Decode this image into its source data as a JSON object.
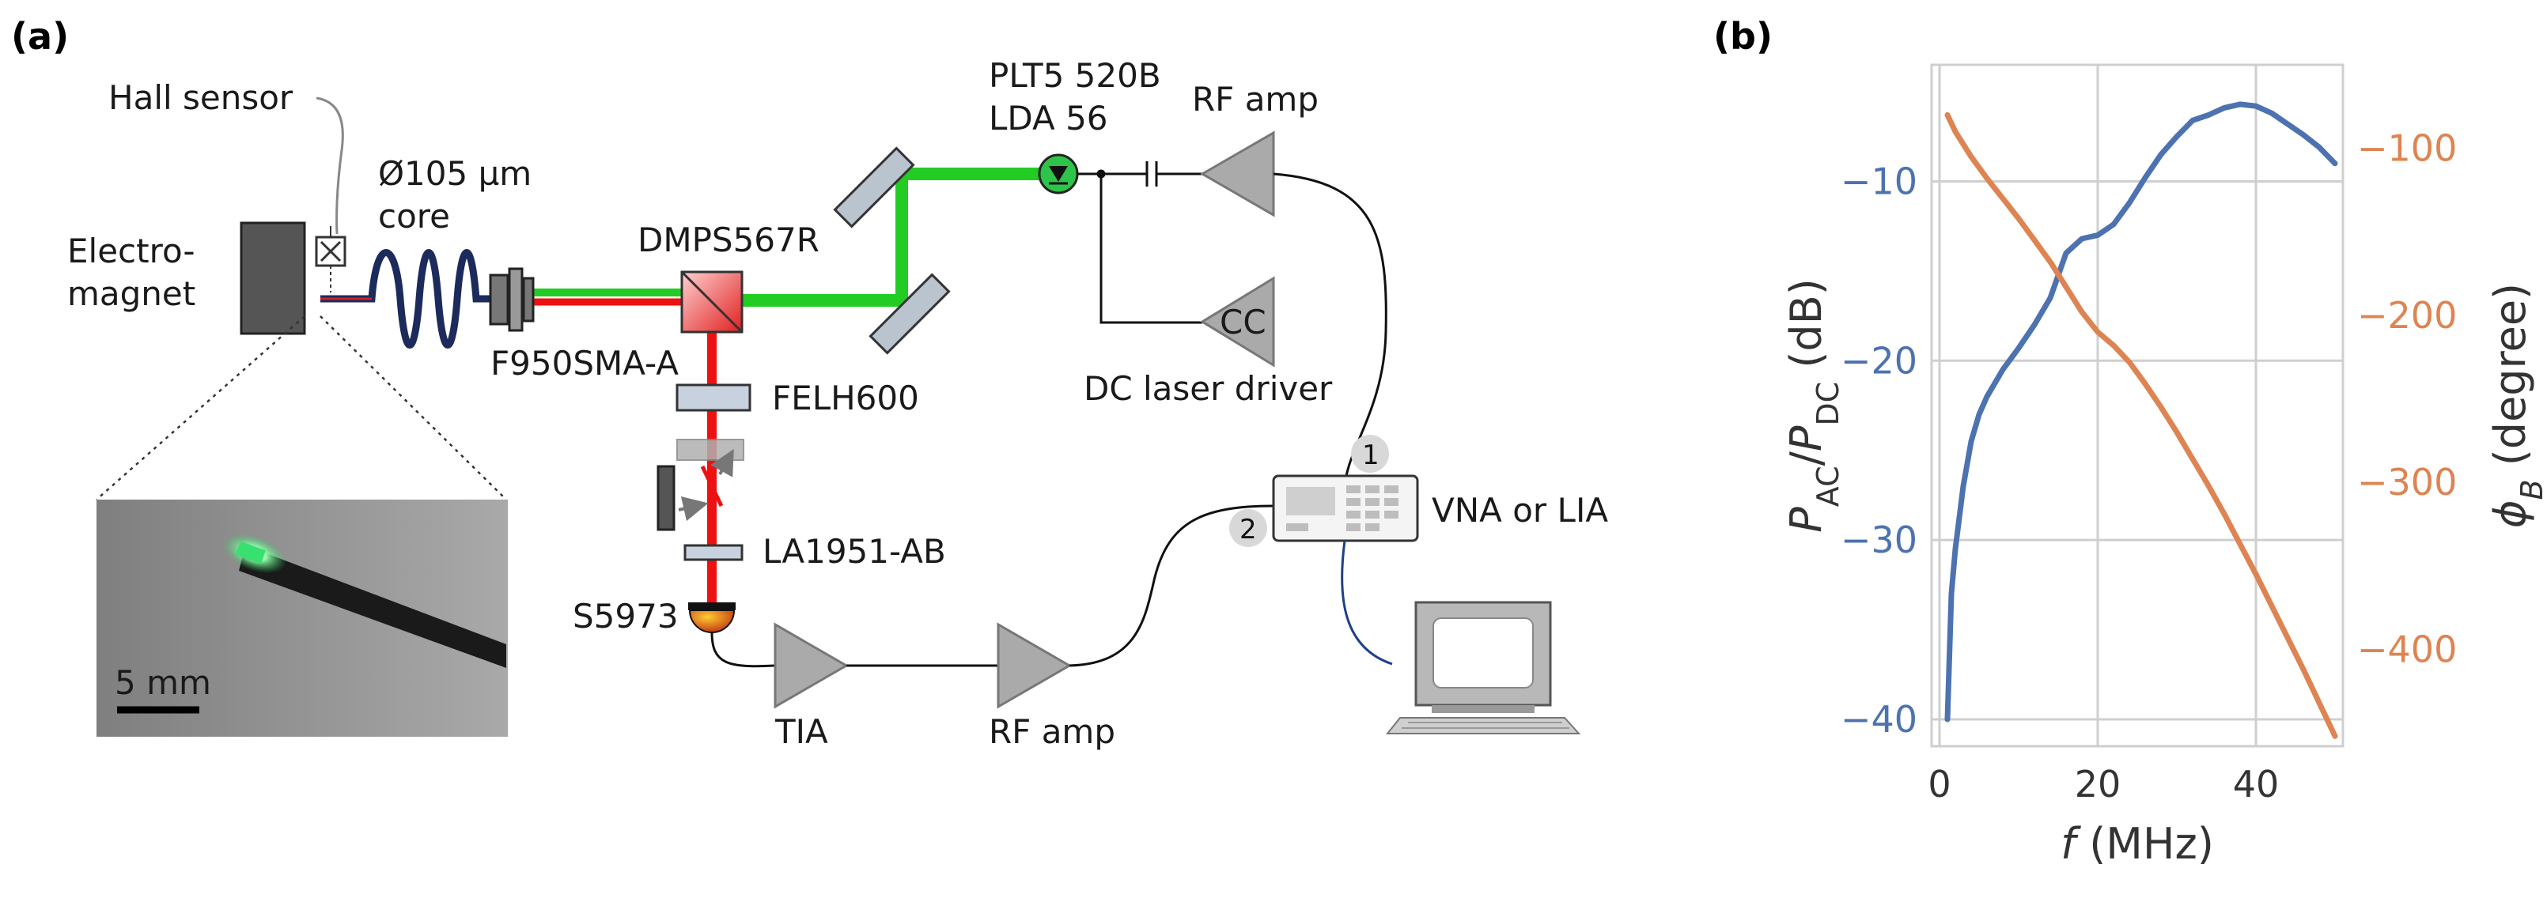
{
  "panels": {
    "a": "(a)",
    "b": "(b)"
  },
  "diagram": {
    "labels": {
      "hall_sensor": "Hall sensor",
      "core_line1": "Ø105 µm",
      "core_line2": "core",
      "electro_line1": "Electro-",
      "electro_line2": "magnet",
      "fiber_connector": "F950SMA-A",
      "dichroic": "DMPS567R",
      "laser_line1": "PLT5 520B",
      "laser_line2": "LDA 56",
      "rf_amp_top": "RF amp",
      "cc": "CC",
      "dc_driver": "DC laser driver",
      "filter": "FELH600",
      "lens": "LA1951-AB",
      "detector": "S5973",
      "tia": "TIA",
      "rf_amp_bottom": "RF amp",
      "vna": "VNA or LIA",
      "port1": "1",
      "port2": "2",
      "scale_bar": "5 mm"
    },
    "colors": {
      "green_beam": "#22cc22",
      "red_beam": "#ee1111",
      "fiber": "#1c2a5c"
    }
  },
  "chart_data": {
    "type": "line",
    "x_label": "f (MHz)",
    "y_left_label": "P_AC/P_DC (dB)",
    "y_right_label": "φ_B (degree)",
    "xlim": [
      -1,
      51
    ],
    "ylim_left": [
      -41.5,
      -3.5
    ],
    "ylim_right": [
      -458,
      -50
    ],
    "x_ticks": [
      0,
      20,
      40
    ],
    "y_left_ticks": [
      -10,
      -20,
      -30,
      -40
    ],
    "y_right_ticks": [
      -100,
      -200,
      -300,
      -400
    ],
    "grid": true,
    "series": [
      {
        "axis": "left",
        "color": "#4c72b0",
        "x": [
          1,
          1.5,
          2,
          3,
          4,
          5,
          6,
          8,
          10,
          12,
          14,
          16,
          18,
          20,
          22,
          24,
          26,
          28,
          30,
          32,
          34,
          36,
          38,
          40,
          42,
          44,
          46,
          48,
          50
        ],
        "y": [
          -40,
          -33,
          -30.5,
          -27,
          -24.5,
          -23,
          -22,
          -20.5,
          -19.3,
          -18,
          -16.5,
          -14,
          -13.2,
          -13,
          -12.4,
          -11.2,
          -9.8,
          -8.5,
          -7.5,
          -6.6,
          -6.3,
          -5.9,
          -5.7,
          -5.8,
          -6.2,
          -6.8,
          -7.4,
          -8.1,
          -9
        ]
      },
      {
        "axis": "right",
        "color": "#dd8452",
        "x": [
          1,
          2,
          4,
          6,
          8,
          10,
          12,
          14,
          16,
          18,
          20,
          22,
          24,
          26,
          28,
          30,
          32,
          34,
          36,
          38,
          40,
          42,
          44,
          46,
          48,
          50
        ],
        "y": [
          -80,
          -90,
          -105,
          -118,
          -130,
          -142,
          -155,
          -168,
          -183,
          -198,
          -210,
          -218,
          -228,
          -241,
          -255,
          -270,
          -286,
          -302,
          -319,
          -337,
          -355,
          -374,
          -393,
          -412,
          -432,
          -452
        ]
      }
    ]
  }
}
